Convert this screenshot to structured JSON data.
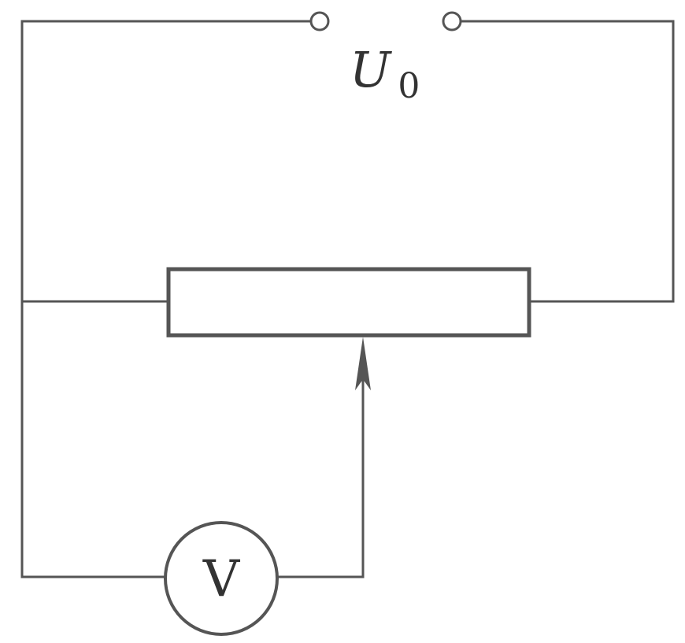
{
  "colors": {
    "line": "#555555",
    "background": "#ffffff",
    "text": "#333333"
  },
  "source": {
    "symbol": "U",
    "subscript": "0"
  },
  "voltmeter": {
    "letter": "V"
  }
}
